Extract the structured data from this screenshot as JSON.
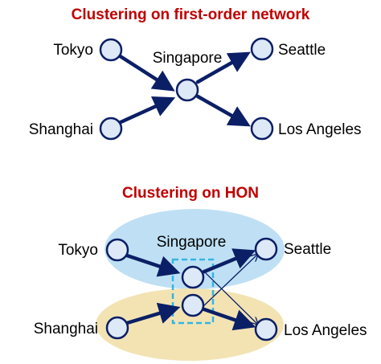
{
  "titles": {
    "first_order": "Clustering on first-order network",
    "hon": "Clustering on HON"
  },
  "labels": {
    "tokyo": "Tokyo",
    "shanghai": "Shanghai",
    "singapore": "Singapore",
    "seattle": "Seattle",
    "los_angeles": "Los Angeles"
  },
  "colors": {
    "title": "#c00000",
    "edge": "#0b1f66",
    "node_fill": "#dde9f7",
    "cluster_top": "#bfe0f4",
    "cluster_bottom": "#f3e3b3",
    "highlight_box": "#33b5e5"
  }
}
